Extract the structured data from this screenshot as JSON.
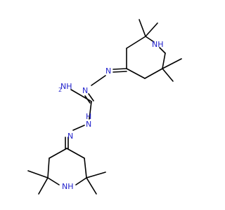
{
  "colors": {
    "bond": "#000000",
    "nitrogen": "#1f1fcc",
    "background": "#ffffff"
  },
  "labels": {
    "nh_top": "NH",
    "n_top_hydrazone": "N",
    "n_imine": "N",
    "nh2": "NH",
    "nh2_subscript": "2",
    "nh_hydrazine": "N",
    "h_hydrazine": "H",
    "n_bottom_hydrazone": "N",
    "nh_bottom": "NH"
  }
}
